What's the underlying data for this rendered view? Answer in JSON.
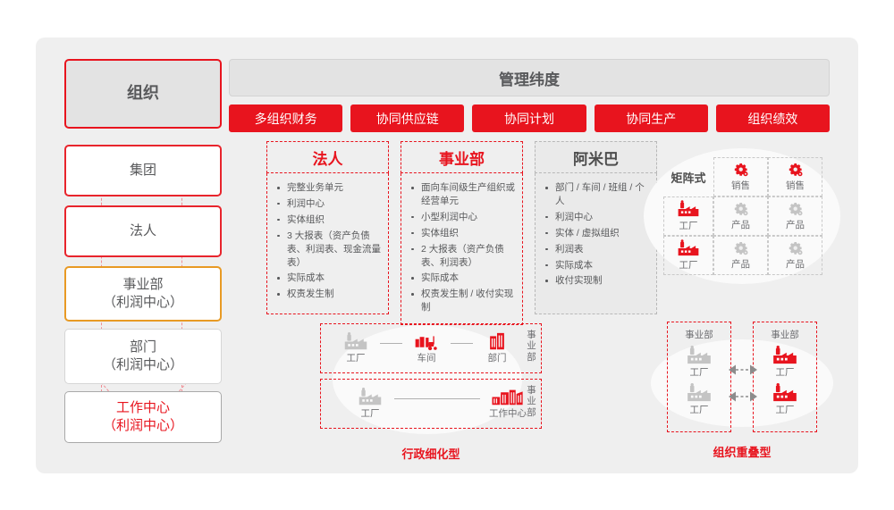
{
  "sidebar": {
    "header": "组织",
    "items": [
      {
        "label": "集团",
        "sub": ""
      },
      {
        "label": "法人",
        "sub": ""
      },
      {
        "label": "事业部",
        "sub": "（利润中心）"
      },
      {
        "label": "部门",
        "sub": "（利润中心）"
      },
      {
        "label": "工作中心",
        "sub": "（利润中心）"
      }
    ]
  },
  "top": {
    "title": "管理纬度",
    "buttons": [
      "多组织财务",
      "协同供应链",
      "协同计划",
      "协同生产",
      "组织绩效"
    ]
  },
  "cards": [
    {
      "title": "法人",
      "items": [
        "完整业务单元",
        "利润中心",
        "实体组织",
        "3 大报表（资产负债表、利润表、现金流量表）",
        "实际成本",
        "权责发生制"
      ]
    },
    {
      "title": "事业部",
      "items": [
        "面向车间级生产组织或经营单元",
        "小型利润中心",
        "实体组织",
        "2 大报表（资产负债表、利润表）",
        "实际成本",
        "权责发生制 / 收付实现制"
      ]
    },
    {
      "title": "阿米巴",
      "items": [
        "部门 / 车间 / 班组 / 个人",
        "利润中心",
        "实体 / 虚拟组织",
        "利润表",
        "实际成本",
        "收付实现制"
      ]
    }
  ],
  "matrix": {
    "label": "矩阵式",
    "col_headers": [
      "销售",
      "销售"
    ],
    "rows": [
      {
        "row_label": "工厂",
        "cells": [
          "产品",
          "产品"
        ]
      },
      {
        "row_label": "工厂",
        "cells": [
          "产品",
          "产品"
        ]
      }
    ],
    "icons": {
      "gear_red": "gear-icon",
      "gear_gray": "gear-icon",
      "factory": "factory-icon"
    }
  },
  "admin_diagram": {
    "caption": "行政细化型",
    "rows": [
      {
        "nodes": [
          "工厂",
          "车间",
          "部门"
        ],
        "side": "事业部"
      },
      {
        "nodes": [
          "工厂",
          "工作中心"
        ],
        "side": "事业部"
      }
    ]
  },
  "overlap_diagram": {
    "caption": "组织重叠型",
    "columns": [
      {
        "head": "事业部",
        "nodes": [
          "工厂",
          "工厂"
        ]
      },
      {
        "head": "事业部",
        "nodes": [
          "工厂",
          "工厂"
        ]
      }
    ]
  },
  "colors": {
    "brand_red": "#e8141e",
    "accent_orange": "#e89a24",
    "text_gray": "#58595b",
    "canvas_bg": "#efefef"
  }
}
